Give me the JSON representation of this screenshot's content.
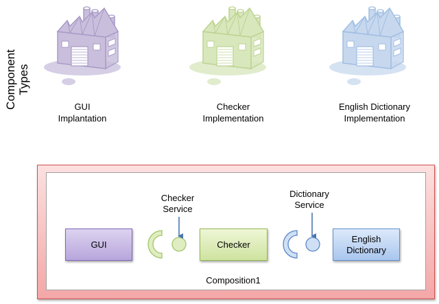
{
  "side_label": {
    "line1": "Component",
    "line2": "Types"
  },
  "factories": [
    {
      "line1": "GUI",
      "line2": "Implantation",
      "fill": "#c9bfdc",
      "stroke": "#a89ac6",
      "shadow": "#b3a6cf"
    },
    {
      "line1": "Checker",
      "line2": "Implementation",
      "fill": "#d9e7bd",
      "stroke": "#bcd38f",
      "shadow": "#c7dca3"
    },
    {
      "line1": "English Dictionary",
      "line2": "Implementation",
      "fill": "#c7d8ee",
      "stroke": "#9fbde3",
      "shadow": "#b3cae8"
    }
  ],
  "composition": {
    "label": "Composition1",
    "components": {
      "gui": {
        "label": "GUI",
        "fill_top": "#ddd3f0",
        "fill_bottom": "#b7a6dc",
        "border": "#7d66b8"
      },
      "checker": {
        "label": "Checker",
        "fill_top": "#eef6d6",
        "fill_bottom": "#cfe3a0",
        "border": "#93b954"
      },
      "dictionary": {
        "line1": "English",
        "line2": "Dictionary",
        "fill_top": "#dce9fa",
        "fill_bottom": "#a9c6ee",
        "border": "#5f8fd1"
      }
    },
    "services": {
      "checker": {
        "line1": "Checker",
        "line2": "Service"
      },
      "dictionary": {
        "line1": "Dictionary",
        "line2": "Service"
      }
    },
    "colors": {
      "arrow": "#4a76b0",
      "green_port": "#dfeec0",
      "green_port_stroke": "#a3c46a",
      "blue_port": "#cfe0f5",
      "blue_port_stroke": "#5a86c8"
    }
  }
}
